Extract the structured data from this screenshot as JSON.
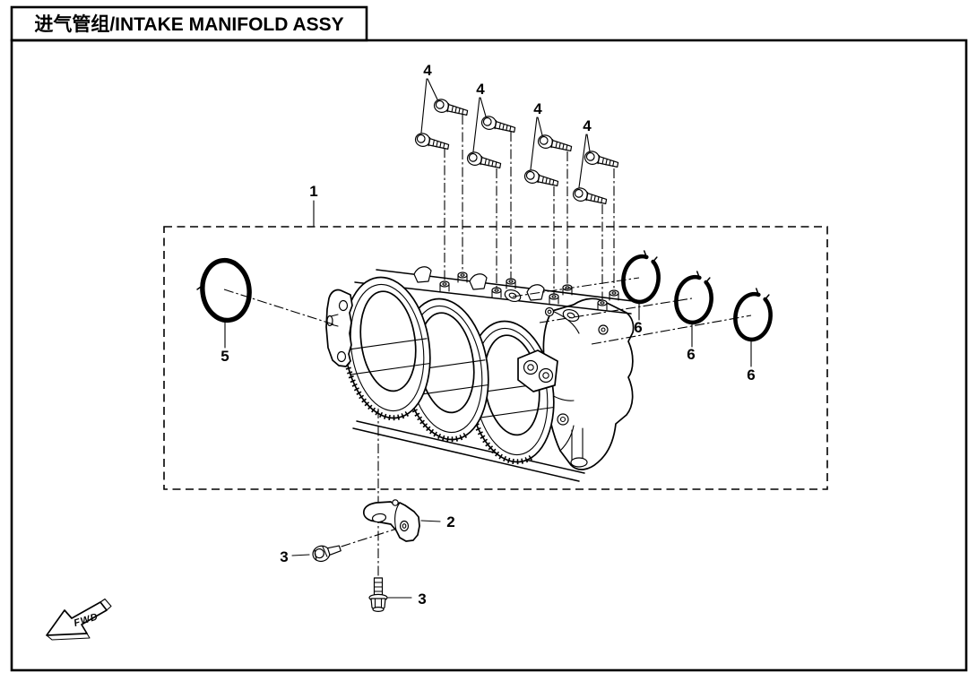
{
  "title": {
    "text": "进气管组/INTAKE MANIFOLD ASSY"
  },
  "callouts": {
    "c1": "1",
    "c2": "2",
    "c3a": "3",
    "c3b": "3",
    "c4a": "4",
    "c4b": "4",
    "c4c": "4",
    "c4d": "4",
    "c5": "5",
    "c6a": "6",
    "c6b": "6",
    "c6c": "6"
  },
  "fwd": {
    "label": "FWD"
  },
  "colors": {
    "line": "#000000",
    "background": "#ffffff"
  }
}
